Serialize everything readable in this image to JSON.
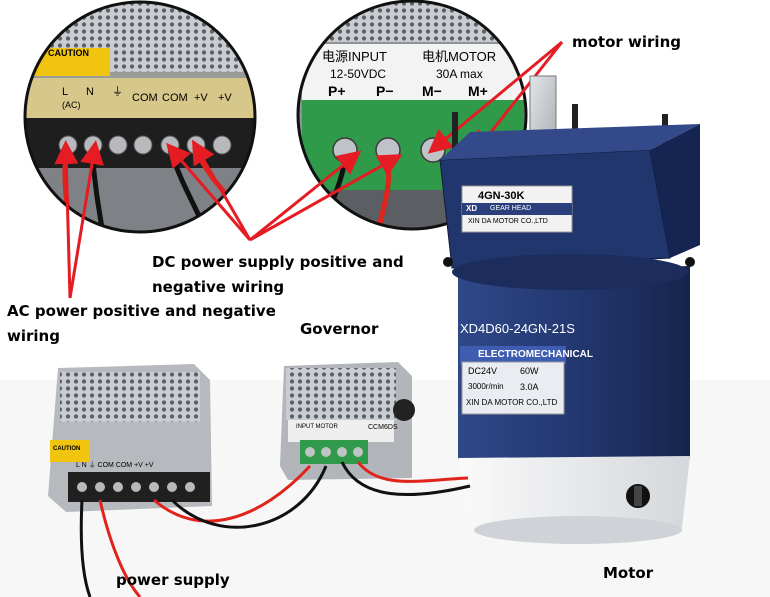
{
  "labels": {
    "motor_wiring": "motor wiring",
    "dc_wiring": "DC power supply positive and\nnegative wiring",
    "ac_wiring": "AC power positive and negative\nwiring",
    "governor": "Governor",
    "power_supply": "power supply",
    "motor": "Motor"
  },
  "psu_closeup": {
    "caution": "CAUTION",
    "terminal_labels": [
      "L",
      "N",
      "⏚",
      "COM",
      "COM",
      "+V",
      "+V"
    ],
    "ac_mark": "(AC)"
  },
  "governor_closeup": {
    "input_label": "电源INPUT",
    "motor_label": "电机MOTOR",
    "voltage_range": "12-50VDC",
    "current_max": "30A max",
    "terminals": [
      "P+",
      "P−",
      "M−",
      "M+"
    ]
  },
  "motor_info": {
    "gear_label": "4GN-30K",
    "brand_badge": "XD",
    "gear_head_text": "GEAR HEAD",
    "gear_maker": "XIN DA MOTOR CO.,LTD",
    "model": "XD4D60-24GN-21S",
    "band": "ELECTROMECHANICAL",
    "spec_voltage": "DC24V",
    "spec_power": "60W",
    "spec_rpm": "3000r/min",
    "spec_current": "3.0A",
    "maker": "XIN DA MOTOR CO.,LTD"
  },
  "small_psu": {
    "caution": "CAUTION",
    "terminal_text": "L  N  ⏚ COM COM +V +V"
  },
  "small_governor": {
    "model": "CCM6DS",
    "header": "INPUT   MOTOR"
  },
  "colors": {
    "wire_red": "#e0241b",
    "arrow_red": "#e51c23",
    "motor_blue": "#283d7a",
    "terminal_green": "#2f9a4a",
    "warning_yellow": "#f1c40f",
    "metal": "#c9ccd0"
  }
}
